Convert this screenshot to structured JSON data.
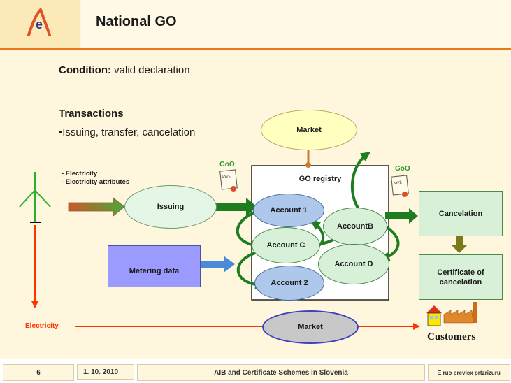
{
  "slide": {
    "title": "National GO",
    "condition_label": "Condition:",
    "condition_text": " valid declaration",
    "transactions_heading": "Transactions",
    "transactions_bullet": "•Issuing, transfer, cancelation"
  },
  "diagram": {
    "electricity_attributes": [
      "- Electricity",
      "- Electricity attributes"
    ],
    "go_label_left": "GoO",
    "go_label_right": "GoO",
    "kwh_label": "kWh",
    "issuing": "Issuing",
    "market_top": "Market",
    "registry_title": "GO registry",
    "account_1": "Account 1",
    "account_b": "AccountB",
    "account_c": "Account C",
    "account_d": "Account D",
    "account_2": "Account 2",
    "metering_data": "Metering data",
    "cancelation": "Cancelation",
    "certificate_of_cancelation": "Certificate of cancelation",
    "electricity": "Electricity",
    "market_bottom": "Market",
    "customers": "Customers"
  },
  "colors": {
    "accent_orange": "#e87a1c",
    "green_arrow": "#1e7d1e",
    "red_line": "#ff3300",
    "account_blue": "#aec8ec",
    "account_green": "#d8f0d8",
    "metering_purple": "#9a9aff",
    "market_yellow": "#ffffc0",
    "market_gray": "#c8c8c8"
  },
  "footer": {
    "page": "6",
    "date": "1. 10. 2010",
    "presentation_title": "AIB and Certificate Schemes in Slovenia",
    "org": "Ξ ruo previcx prtzrizuru"
  }
}
